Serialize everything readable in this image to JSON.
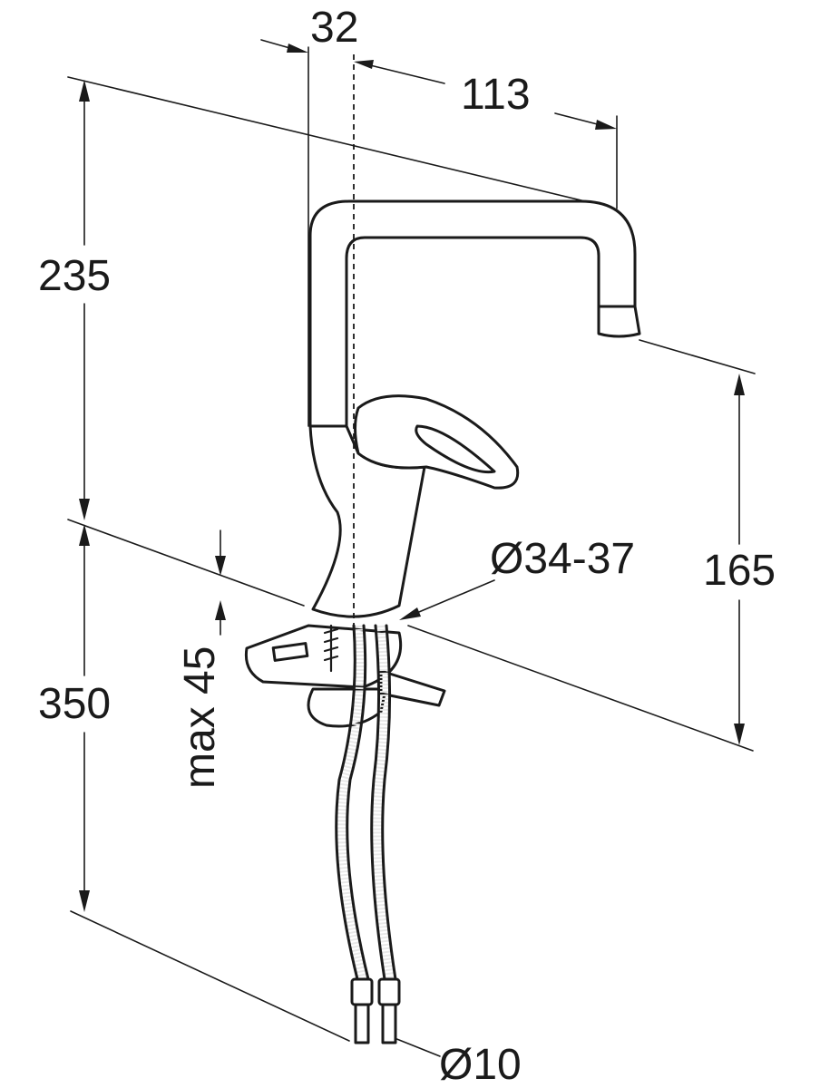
{
  "dimensions": {
    "top_width": "32",
    "spout_reach": "113",
    "total_height": "235",
    "spout_height": "165",
    "hose_length": "350",
    "max_thickness": "max 45",
    "hole_diameter": "Ø34-37",
    "hose_diameter": "Ø10"
  }
}
